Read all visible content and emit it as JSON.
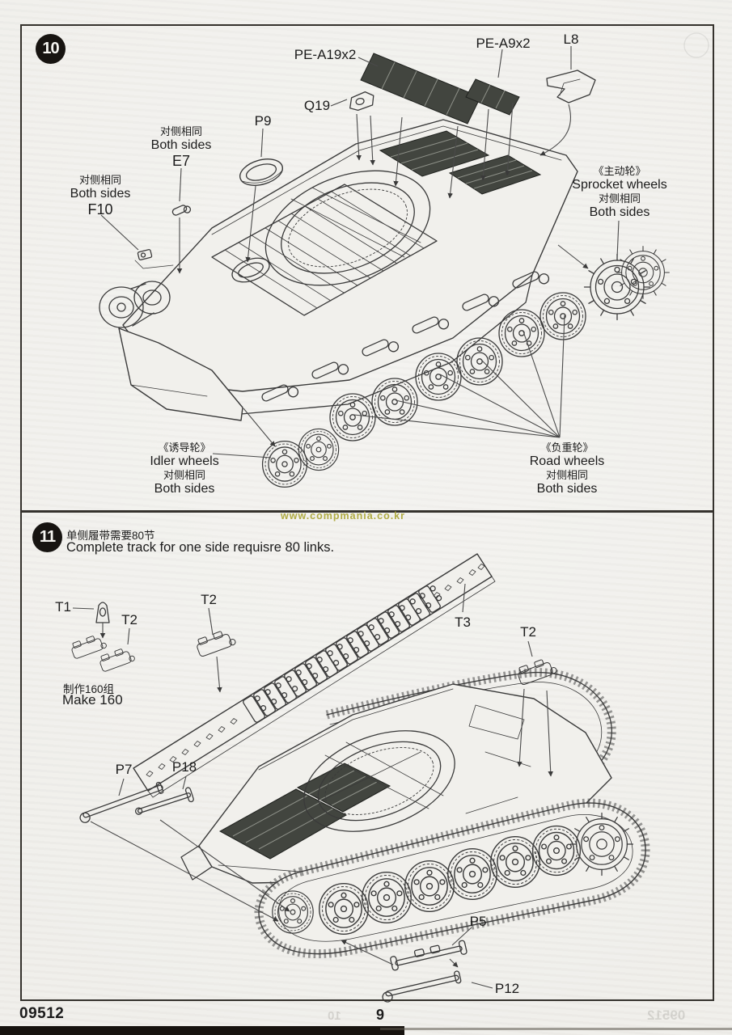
{
  "page": {
    "kit_number": "09512",
    "page_number": "9",
    "watermark": "www.compmania.co.kr",
    "ghost_page": "10",
    "ghost_kit": "09512"
  },
  "step10": {
    "number": "10",
    "parts": {
      "pe_a19": "PE-A19x2",
      "pe_a9": "PE-A9x2",
      "l8": "L8",
      "q19": "Q19",
      "p9": "P9"
    },
    "e7_note": {
      "cn": "对侧相同",
      "en": "Both sides",
      "part": "E7"
    },
    "f10_note": {
      "cn": "对侧相同",
      "en": "Both sides",
      "part": "F10"
    },
    "sprocket_note": {
      "title_cn": "《主动轮》",
      "title_en": "Sprocket wheels",
      "cn": "对侧相同",
      "en": "Both sides"
    },
    "idler_note": {
      "title_cn": "《诱导轮》",
      "title_en": "Idler wheels",
      "cn": "对侧相同",
      "en": "Both sides"
    },
    "road_note": {
      "title_cn": "《负重轮》",
      "title_en": "Road  wheels",
      "cn": "对侧相同",
      "en": "Both sides"
    }
  },
  "step11": {
    "number": "11",
    "note_cn": "单侧履带需要80节",
    "note_en": "Complete track for one side requisre 80 links.",
    "make_cn": "制作160组",
    "make_en": "Make 160",
    "parts": {
      "t1": "T1",
      "t2": "T2",
      "t3": "T3",
      "p7": "P7",
      "p18": "P18",
      "p5": "P5",
      "p12": "P12"
    }
  }
}
